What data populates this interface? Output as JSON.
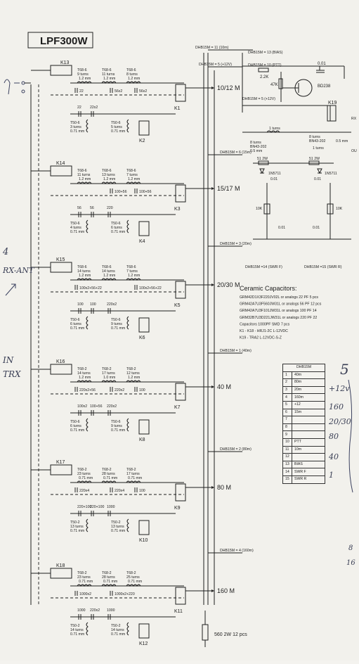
{
  "title": "LPF300W",
  "bus_lines": [
    "DHB15M = 11 (10m)",
    "DHB15M = 13 (BIAS)",
    "DHB15M = 5 (+12V)",
    "DHB15M = 10 (PTT)",
    "DHB15M = 5 (+12V)",
    "DHB15M = 6 (15m)",
    "DHB15M = 3 (20m)",
    "DHB15M = 1 (40m)",
    "DHB15M = 2 (80m)",
    "DHB15M = 4 (160m)"
  ],
  "bands": [
    "10/12 M",
    "15/17 M",
    "20/30 M",
    "40 M",
    "80 M",
    "160 M"
  ],
  "relays": [
    "K1",
    "K2",
    "K3",
    "K4",
    "K5",
    "K6",
    "K7",
    "K8",
    "K9",
    "K10",
    "K11",
    "K12",
    "K13",
    "K14",
    "K15",
    "K16",
    "K17",
    "K18",
    "K19"
  ],
  "stages": [
    {
      "coils": [
        {
          "type": "T68-6",
          "turns": "9 turns",
          "wire": "1.2 mm"
        },
        {
          "type": "T68-6",
          "turns": "11 turns",
          "wire": "1.2 mm"
        },
        {
          "type": "T68-6",
          "turns": "8 turns",
          "wire": "1.2 mm"
        }
      ],
      "caps": [
        "22",
        "56x2",
        "56x2"
      ],
      "caps2": [
        "22",
        "22x2"
      ],
      "toroids": [
        {
          "type": "T50-6",
          "turns": "3 turns",
          "wire": "0.71 mm"
        },
        {
          "type": "T50-6",
          "turns": "5 turns",
          "wire": "0.71 mm"
        }
      ]
    },
    {
      "coils": [
        {
          "type": "T68-6",
          "turns": "11 turns",
          "wire": "1.2 mm"
        },
        {
          "type": "T68-6",
          "turns": "13 turns",
          "wire": "1.2 mm"
        },
        {
          "type": "T68-6",
          "turns": "7 turns",
          "wire": "1.2 mm"
        }
      ],
      "caps": [
        "",
        "100+56",
        "100+56"
      ],
      "caps2": [
        "56",
        "56",
        "220"
      ],
      "toroids": [
        {
          "type": "T50-6",
          "turns": "4 turns",
          "wire": "0.71 mm"
        },
        {
          "type": "T50-6",
          "turns": "6 turns",
          "wire": "0.71 mm"
        }
      ]
    },
    {
      "coils": [
        {
          "type": "T68-6",
          "turns": "14 turns",
          "wire": "1.2 mm"
        },
        {
          "type": "T68-6",
          "turns": "14 turns",
          "wire": "1.2 mm"
        },
        {
          "type": "T68-6",
          "turns": "7 turns",
          "wire": "1.2 mm"
        }
      ],
      "caps": [
        "100x2+56+22",
        "",
        "100x2+56+22"
      ],
      "caps2": [
        "100",
        "100",
        "220x2"
      ],
      "toroids": [
        {
          "type": "T50-6",
          "turns": "6 turns",
          "wire": "0.71 mm"
        },
        {
          "type": "T50-6",
          "turns": "9 turns",
          "wire": "0.71 mm"
        }
      ]
    },
    {
      "coils": [
        {
          "type": "T68-2",
          "turns": "14 turns",
          "wire": "1.2 mm"
        },
        {
          "type": "T68-2",
          "turns": "17 turns",
          "wire": "1.0 mm"
        },
        {
          "type": "T68-2",
          "turns": "12 turns",
          "wire": "1.2 mm"
        }
      ],
      "caps": [
        "220x2+56",
        "220x2",
        "100"
      ],
      "caps2": [
        "100x2",
        "100+56",
        "220x2"
      ],
      "toroids": [
        {
          "type": "T50-6",
          "turns": "6 turns",
          "wire": "0.71 mm"
        },
        {
          "type": "T50-6",
          "turns": "9 turns",
          "wire": "0.71 mm"
        }
      ]
    },
    {
      "coils": [
        {
          "type": "T68-2",
          "turns": "23 turns",
          "wire": "0.71 mm"
        },
        {
          "type": "T68-2",
          "turns": "28 turns",
          "wire": "0.71 mm"
        },
        {
          "type": "T68-2",
          "turns": "17 turns",
          "wire": "0.71 mm"
        }
      ],
      "caps": [
        "220x4",
        "220x4",
        "100"
      ],
      "caps2": [
        "220+100",
        "220+100",
        "1000"
      ],
      "toroids": [
        {
          "type": "T50-2",
          "turns": "13 turns",
          "wire": "0.71 mm"
        },
        {
          "type": "T50-2",
          "turns": "13 turns",
          "wire": "0.71 mm"
        }
      ]
    },
    {
      "coils": [
        {
          "type": "T68-2",
          "turns": "23 turns",
          "wire": "0.71 mm"
        },
        {
          "type": "T68-2",
          "turns": "28 turns",
          "wire": "0.71 mm"
        },
        {
          "type": "T68-2",
          "turns": "25 turns",
          "wire": "0.71 mm"
        }
      ],
      "caps": [
        "1000x2",
        "1000x2+220",
        ""
      ],
      "caps2": [
        "1000",
        "220x2",
        "1000"
      ],
      "toroids": [
        {
          "type": "T50-2",
          "turns": "14 turns",
          "wire": "0.71 mm"
        },
        {
          "type": "T50-2",
          "turns": "14 turns",
          "wire": "0.71 mm"
        }
      ]
    }
  ],
  "bias_circuit": {
    "r1": "2.2K",
    "r2": "47K",
    "transistor": "BD238",
    "cap": "0.01"
  },
  "swr": {
    "coil": "1 turns",
    "coil2": "8 turns",
    "core": "BN43-202",
    "wire": "0.5 mm",
    "coil3": "1 turns",
    "r1": "51 2W",
    "r2": "51 2W",
    "d1": "1N5711",
    "d2": "1N5711",
    "caps": [
      "0.01",
      "0.01",
      "0.01",
      "0.01"
    ],
    "pots": [
      "10K",
      "10K"
    ],
    "out_f": "DHB15M =14 (SWR F)",
    "out_r": "DHB15M =15 (SWR R)"
  },
  "ceramic_heading": "Ceramic Capacitors:",
  "ceramic_list": [
    "GRM42D1X3F220JV02L  or analogs  22 PF  5 pcs",
    "GRM42A7U3F560JW31L  or analogs  56 PF  12 pcs",
    "GRM42A7U3F101JW31L  or analogs  100 PF  14",
    "GRM32B7U3D221JW31L  or analogs  220 PF  22",
    "Capacitors 1000PF  SMD   7 pcs",
    "K1 - K18  -  HRJ1-2C L-12VDC",
    "K19  -  TRA2 L-12VDC-S-Z"
  ],
  "load_label": "560 2W  12 pcs",
  "dhb_table": {
    "header": "DHB15M",
    "rows": [
      [
        "1",
        "40m"
      ],
      [
        "2",
        "80m"
      ],
      [
        "3",
        "20m"
      ],
      [
        "4",
        "160m"
      ],
      [
        "5",
        "+12"
      ],
      [
        "6",
        "15m"
      ],
      [
        "7",
        ""
      ],
      [
        "8",
        ""
      ],
      [
        "9",
        ""
      ],
      [
        "10",
        "PTT"
      ],
      [
        "11",
        "10m"
      ],
      [
        "12",
        ""
      ],
      [
        "13",
        "BIAS"
      ],
      [
        "14",
        "SWR F"
      ],
      [
        "15",
        "SWR R"
      ]
    ]
  },
  "handwriting": {
    "rx_ant": "RX-ANT",
    "in": "IN",
    "trx": "TRX",
    "side_notes": [
      "5",
      "+12v",
      "160",
      "20/30",
      "80",
      "40",
      "1"
    ],
    "margin": [
      "8",
      "16"
    ]
  }
}
